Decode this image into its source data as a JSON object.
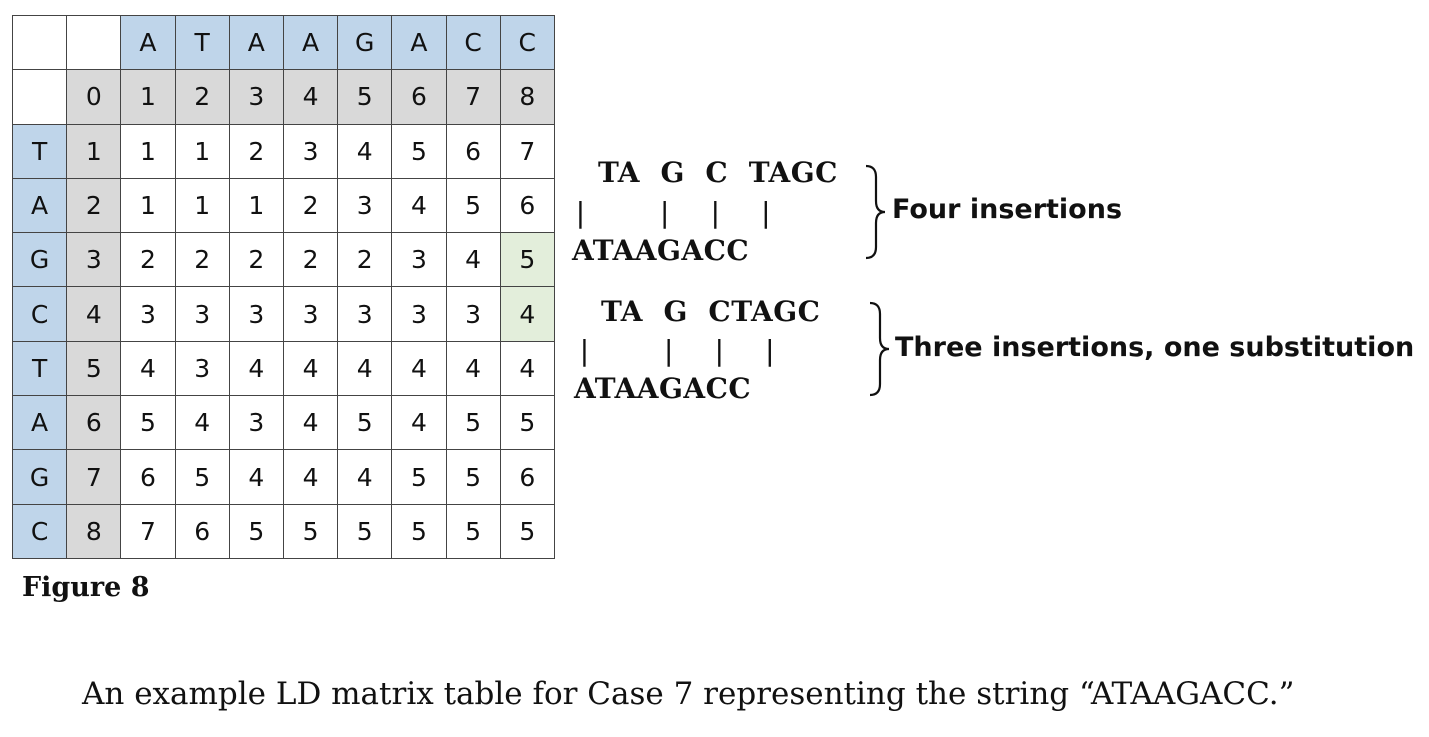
{
  "matrix": {
    "top_letters": [
      "A",
      "T",
      "A",
      "A",
      "G",
      "A",
      "C",
      "C"
    ],
    "top_indices": [
      "0",
      "1",
      "2",
      "3",
      "4",
      "5",
      "6",
      "7",
      "8"
    ],
    "rows": [
      {
        "letter": "T",
        "values": [
          "1",
          "1",
          "1",
          "2",
          "3",
          "4",
          "5",
          "6",
          "7"
        ]
      },
      {
        "letter": "A",
        "values": [
          "2",
          "1",
          "1",
          "1",
          "2",
          "3",
          "4",
          "5",
          "6"
        ]
      },
      {
        "letter": "G",
        "values": [
          "3",
          "2",
          "2",
          "2",
          "2",
          "2",
          "3",
          "4",
          "5"
        ]
      },
      {
        "letter": "C",
        "values": [
          "4",
          "3",
          "3",
          "3",
          "3",
          "3",
          "3",
          "3",
          "4"
        ]
      },
      {
        "letter": "T",
        "values": [
          "5",
          "4",
          "3",
          "4",
          "4",
          "4",
          "4",
          "4",
          "4"
        ]
      },
      {
        "letter": "A",
        "values": [
          "6",
          "5",
          "4",
          "3",
          "4",
          "5",
          "4",
          "5",
          "5"
        ]
      },
      {
        "letter": "G",
        "values": [
          "7",
          "6",
          "5",
          "4",
          "4",
          "4",
          "5",
          "5",
          "6"
        ]
      },
      {
        "letter": "C",
        "values": [
          "8",
          "7",
          "6",
          "5",
          "5",
          "5",
          "5",
          "5",
          "5"
        ]
      }
    ],
    "highlighted_cells": [
      [
        4,
        9
      ],
      [
        5,
        9
      ]
    ],
    "colors": {
      "header_blue": "#bfd5ea",
      "index_gray": "#d9d9d9",
      "highlight_green": "#e3eedb"
    }
  },
  "alignments": [
    {
      "query": "TA  G  C  TAGC",
      "bars": "|    |  |  |",
      "reference": "ATAAGACC",
      "description": "Four insertions"
    },
    {
      "query": "TA  G  CTAGC",
      "bars": "|    |  |  |",
      "reference": "ATAAGACC",
      "description": "Three insertions, one substitution"
    }
  ],
  "figure_label": "Figure 8",
  "caption": "An example LD matrix table for Case 7 representing the string “ATAAGACC.”"
}
